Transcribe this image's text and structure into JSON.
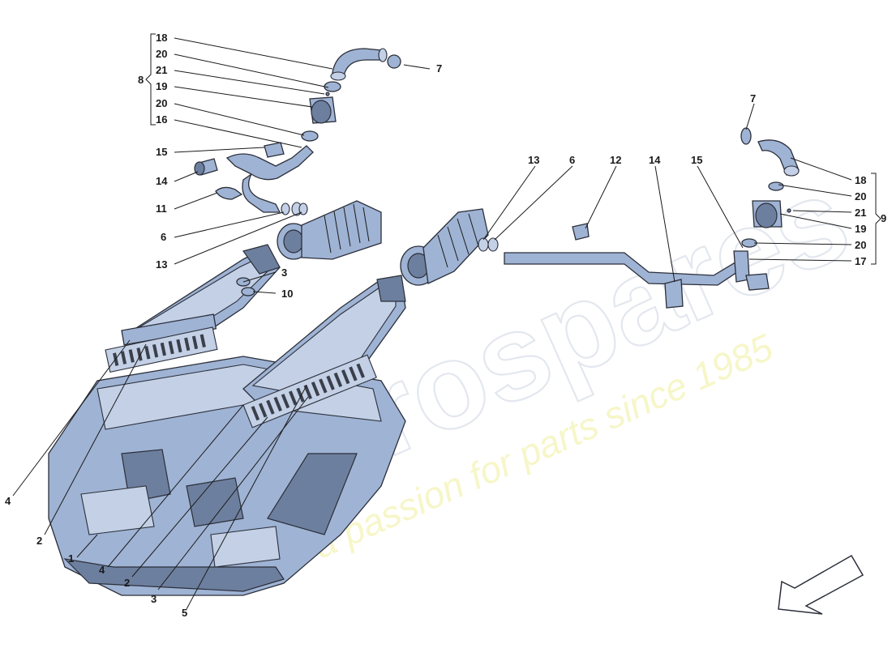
{
  "diagram": {
    "watermark": {
      "brand": "eurospares",
      "tagline": "a passion for parts since 1985"
    },
    "callouts": {
      "l_18": "18",
      "l_20a": "20",
      "l_21": "21",
      "l_19": "19",
      "l_20b": "20",
      "l_16": "16",
      "l_8": "8",
      "l_15": "15",
      "l_14": "14",
      "l_11": "11",
      "l_6": "6",
      "l_13": "13",
      "l_3": "3",
      "l_10": "10",
      "l_7": "7",
      "r_7": "7",
      "r_13": "13",
      "r_6": "6",
      "r_12": "12",
      "r_14": "14",
      "r_15": "15",
      "r_18": "18",
      "r_20a": "20",
      "r_21": "21",
      "r_19": "19",
      "r_20b": "20",
      "r_17": "17",
      "r_9": "9",
      "b_4a": "4",
      "b_2a": "2",
      "b_1": "1",
      "b_4b": "4",
      "b_2b": "2",
      "b_3": "3",
      "b_5": "5"
    }
  }
}
